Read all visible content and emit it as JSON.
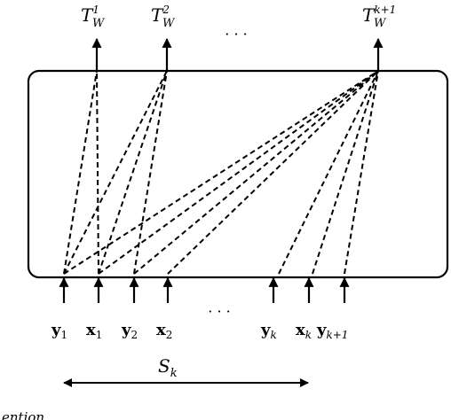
{
  "diagram": {
    "outputs": [
      {
        "base": "T",
        "sub": "W",
        "sup": "1"
      },
      {
        "base": "T",
        "sub": "W",
        "sup": "2"
      },
      {
        "base": "T",
        "sub": "W",
        "sup": "k+1"
      }
    ],
    "output_ellipsis": "· · ·",
    "inputs": [
      {
        "base": "y",
        "sub": "1"
      },
      {
        "base": "x",
        "sub": "1"
      },
      {
        "base": "y",
        "sub": "2"
      },
      {
        "base": "x",
        "sub": "2"
      },
      {
        "base": "y",
        "sub": "k"
      },
      {
        "base": "x",
        "sub": "k"
      },
      {
        "base": "y",
        "sub": "k+1"
      }
    ],
    "input_ellipsis": "· · ·",
    "span_label": {
      "base": "S",
      "sub": "k"
    },
    "bottom_fragment": "ention",
    "connections": [
      {
        "from": 0,
        "to": 0
      },
      {
        "from": 0,
        "to": 1
      },
      {
        "from": 0,
        "to": 2
      },
      {
        "from": 1,
        "to": 0
      },
      {
        "from": 1,
        "to": 1
      },
      {
        "from": 1,
        "to": 2
      },
      {
        "from": 2,
        "to": 1
      },
      {
        "from": 2,
        "to": 2
      },
      {
        "from": 3,
        "to": 2
      },
      {
        "from": 4,
        "to": 2
      },
      {
        "from": 5,
        "to": 2
      },
      {
        "from": 6,
        "to": 2
      }
    ],
    "colors": {
      "stroke": "#000000",
      "background": "#ffffff"
    }
  }
}
